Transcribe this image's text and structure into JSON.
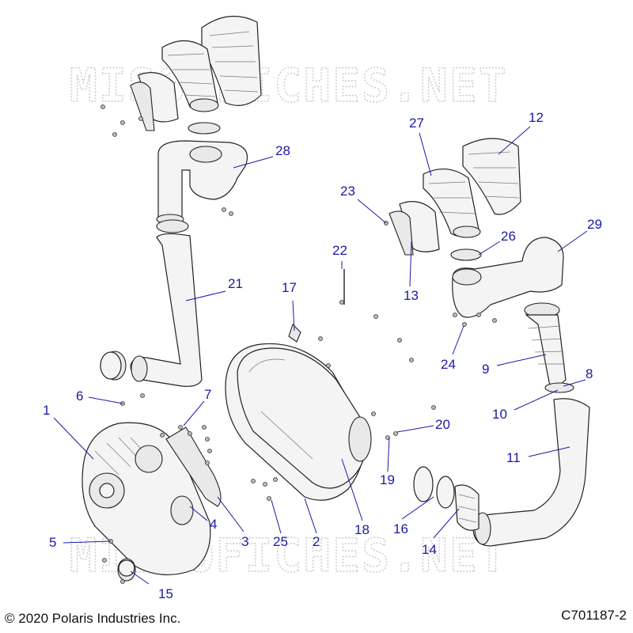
{
  "watermark": "MISSOFICHES.NET",
  "copyright": "© 2020 Polaris Industries Inc.",
  "diagram_code": "C701187-2",
  "colors": {
    "callout": "#1a1aa6",
    "line": "#222222",
    "part_fill": "#f4f4f4"
  },
  "callouts": [
    {
      "id": "c1",
      "label": "1"
    },
    {
      "id": "c2",
      "label": "2"
    },
    {
      "id": "c3",
      "label": "3"
    },
    {
      "id": "c4",
      "label": "4"
    },
    {
      "id": "c5",
      "label": "5"
    },
    {
      "id": "c6",
      "label": "6"
    },
    {
      "id": "c7",
      "label": "7"
    },
    {
      "id": "c8",
      "label": "8"
    },
    {
      "id": "c9",
      "label": "9"
    },
    {
      "id": "c10",
      "label": "10"
    },
    {
      "id": "c11",
      "label": "11"
    },
    {
      "id": "c12",
      "label": "12"
    },
    {
      "id": "c13",
      "label": "13"
    },
    {
      "id": "c14",
      "label": "14"
    },
    {
      "id": "c15",
      "label": "15"
    },
    {
      "id": "c16",
      "label": "16"
    },
    {
      "id": "c17",
      "label": "17"
    },
    {
      "id": "c18",
      "label": "18"
    },
    {
      "id": "c19",
      "label": "19"
    },
    {
      "id": "c20",
      "label": "20"
    },
    {
      "id": "c21",
      "label": "21"
    },
    {
      "id": "c22",
      "label": "22"
    },
    {
      "id": "c23",
      "label": "23"
    },
    {
      "id": "c24",
      "label": "24"
    },
    {
      "id": "c25",
      "label": "25"
    },
    {
      "id": "c26",
      "label": "26"
    },
    {
      "id": "c27",
      "label": "27"
    },
    {
      "id": "c28",
      "label": "28"
    },
    {
      "id": "c29",
      "label": "29"
    }
  ]
}
